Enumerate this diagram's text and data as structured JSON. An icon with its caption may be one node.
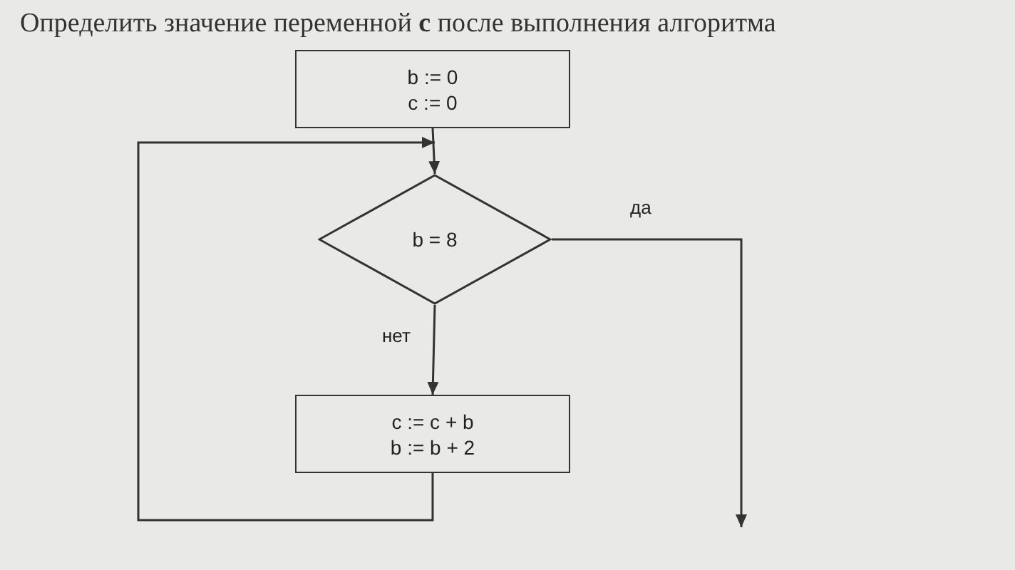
{
  "diagram": {
    "title": "Определить значение переменной **c** после выполнения алгоритма",
    "nodes": [
      {
        "text": [
          "b := 0",
          "c := 0"
        ]
      },
      {
        "text": [
          "b = 8"
        ]
      },
      {
        "text": [
          "c := c + b",
          "b := b + 2"
        ]
      }
    ],
    "edges": [
      {
        "from": 0,
        "to": 1,
        "arrow": "to"
      },
      {
        "from": 1,
        "to": 2,
        "arrow": "to",
        "label": "нет"
      },
      {
        "from": 1,
        "to": null,
        "arrow": "to",
        "label": "да"
      },
      {
        "from": 2,
        "to": 1,
        "arrow": "to"
      }
    ]
  }
}
